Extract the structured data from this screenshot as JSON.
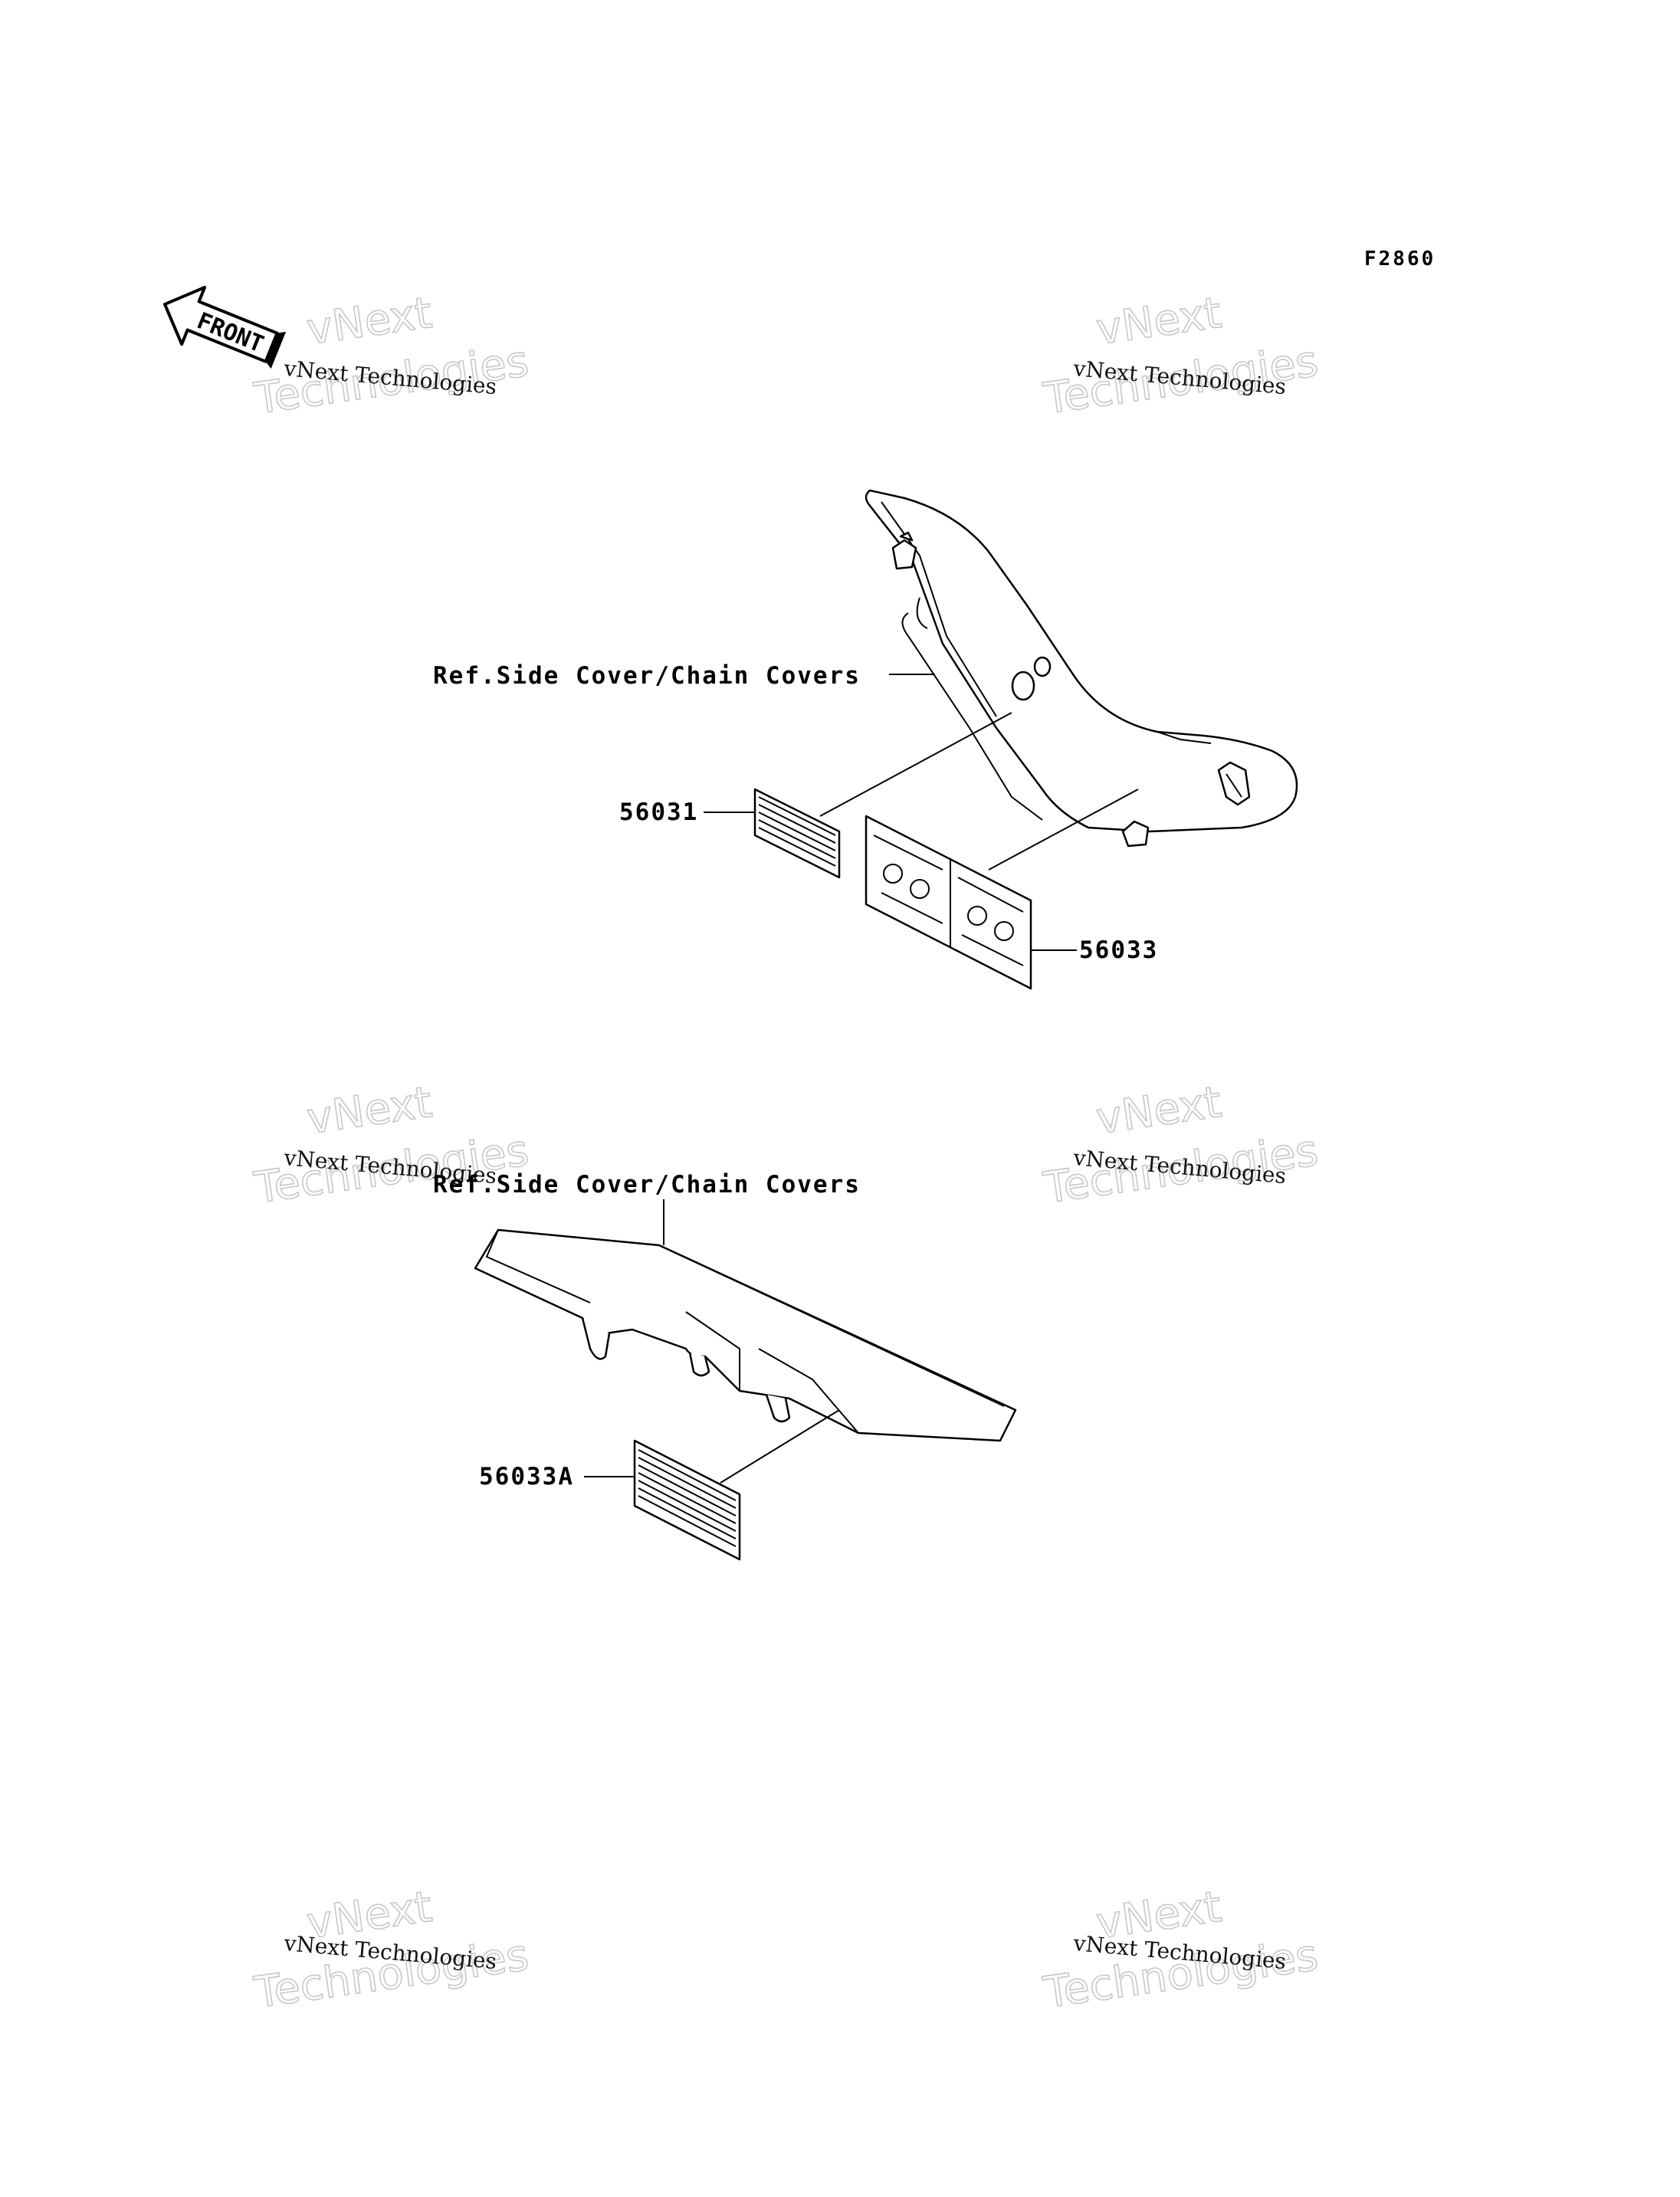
{
  "figure_code": "F2860",
  "front_label": "FRONT",
  "watermark": {
    "company_line": "vNext Technologies",
    "big_line1": "vNext",
    "big_line2": "Technologies"
  },
  "labels": {
    "ref_top": "Ref.Side Cover/Chain Covers",
    "ref_bottom": "Ref.Side Cover/Chain Covers",
    "part_56031": "56031",
    "part_56033": "56033",
    "part_56033a": "56033A"
  }
}
